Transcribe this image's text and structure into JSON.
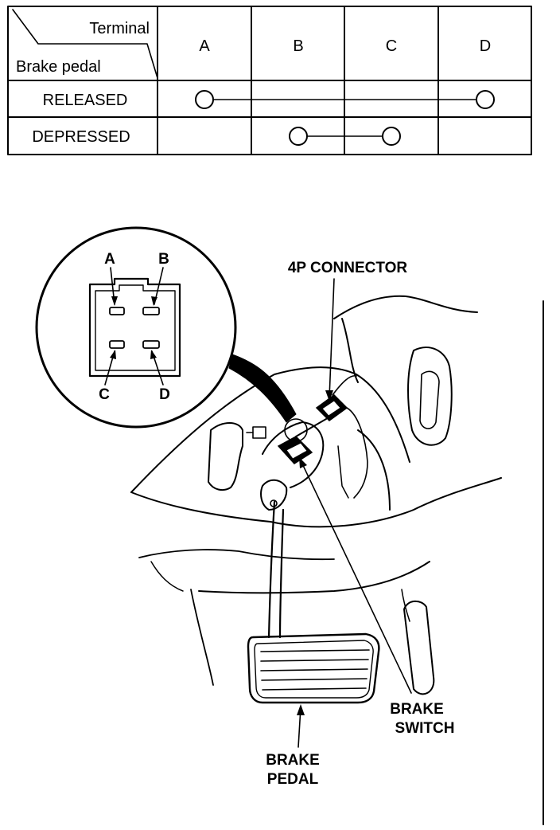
{
  "table": {
    "header_terminal": "Terminal",
    "header_brake_pedal": "Brake pedal",
    "columns": [
      "A",
      "B",
      "C",
      "D"
    ],
    "rows": [
      {
        "label": "RELEASED",
        "connected": [
          "A",
          "D"
        ]
      },
      {
        "label": "DEPRESSED",
        "connected": [
          "B",
          "C"
        ]
      }
    ]
  },
  "inset": {
    "terminals": [
      "A",
      "B",
      "C",
      "D"
    ]
  },
  "callouts": {
    "connector": "4P CONNECTOR",
    "switch_line1": "BRAKE",
    "switch_line2": "SWITCH",
    "pedal_line1": "BRAKE",
    "pedal_line2": "PEDAL"
  }
}
